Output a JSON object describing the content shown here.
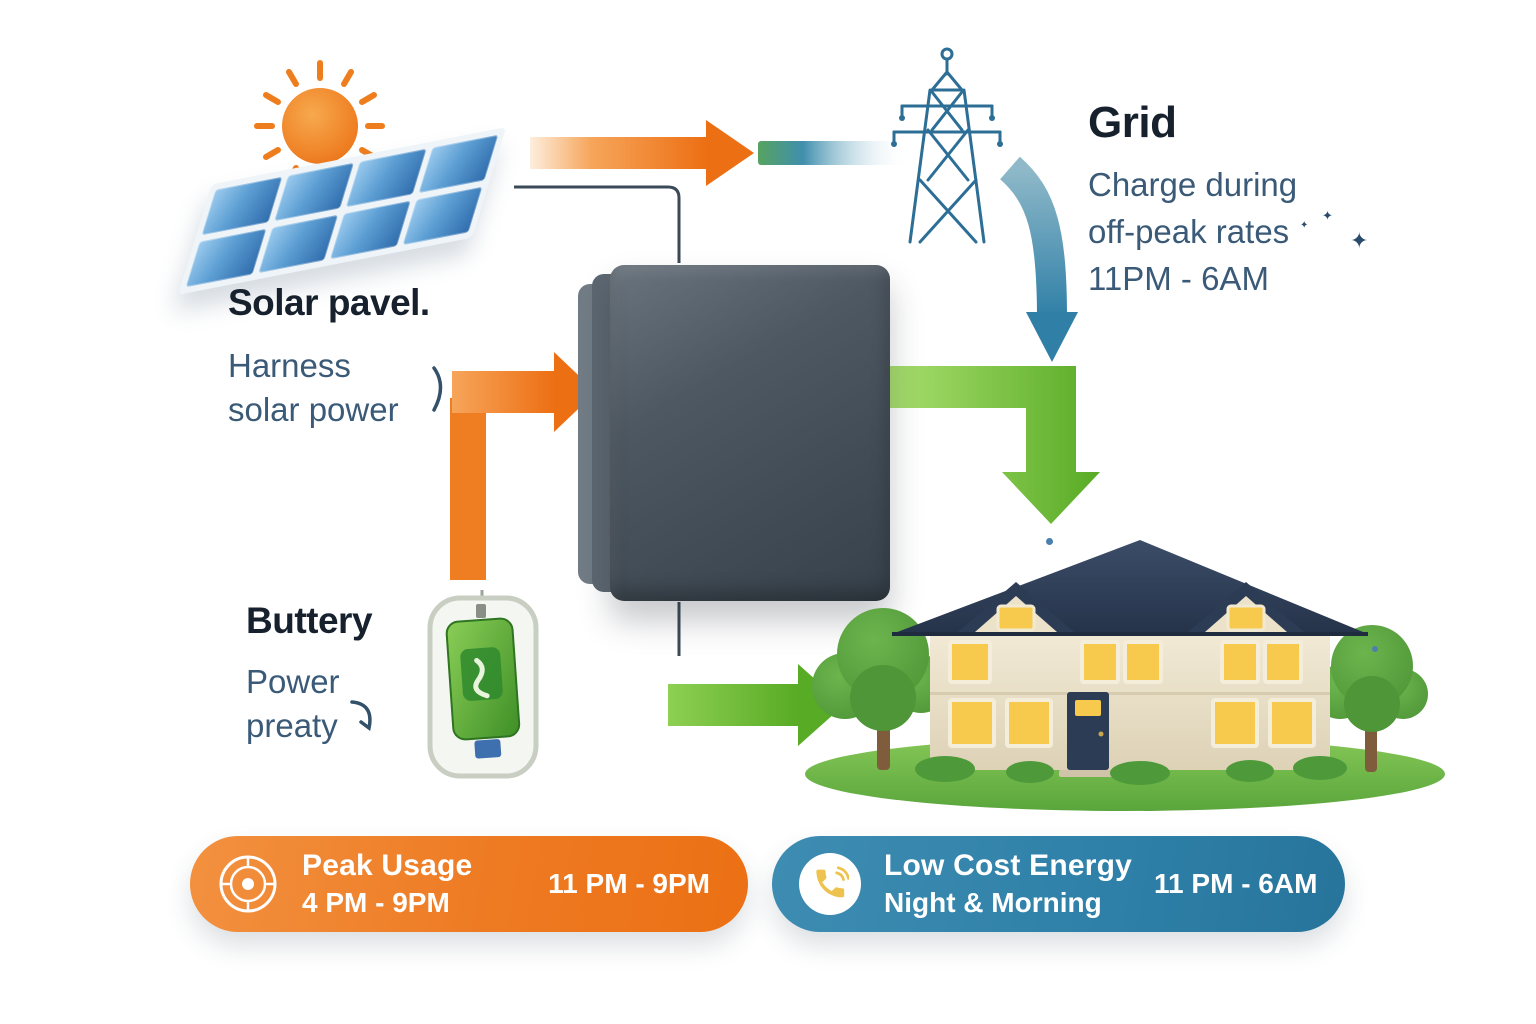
{
  "solar": {
    "title": "Solar pavel.",
    "line1": "Harness",
    "line2": "solar power"
  },
  "grid": {
    "title": "Grid",
    "line1": "Charge during",
    "line2": "off-peak rates",
    "line3": "11PM - 6AM"
  },
  "battery": {
    "title": "Buttery",
    "line1": "Power",
    "line2": "preaty"
  },
  "badges": {
    "peak": {
      "title": "Peak Usage",
      "subtitle": "4 PM - 9PM",
      "time": "11 PM - 9PM"
    },
    "low": {
      "title": "Low Cost Energy",
      "subtitle": "Night & Morning",
      "time": "11 PM - 6AM"
    }
  },
  "icons": {
    "sparkle": "✦"
  },
  "colors": {
    "orange": "#ee7518",
    "green": "#58ab25",
    "blue": "#2f7fa7",
    "navy": "#3a5a78",
    "dark": "#16212d"
  }
}
